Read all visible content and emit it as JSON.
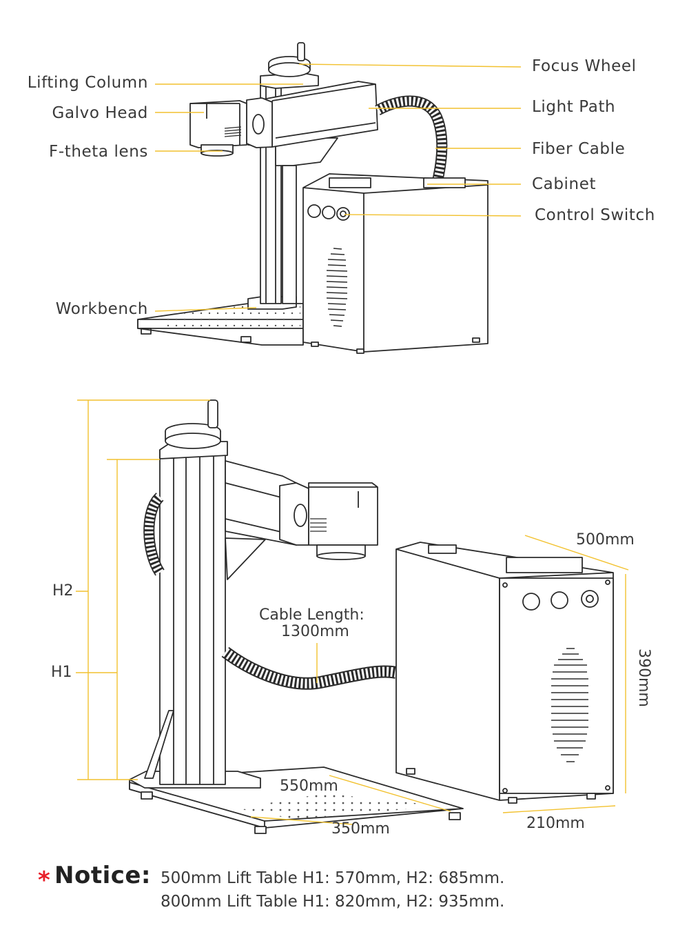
{
  "labels_left": [
    "Lifting Column",
    "Galvo Head",
    "F-theta lens",
    "Workbench"
  ],
  "labels_right": [
    "Focus Wheel",
    "Light Path",
    "Fiber Cable",
    "Cabinet",
    "Control Switch"
  ],
  "dimensions": {
    "cabinet_length": "500mm",
    "cabinet_height": "390mm",
    "cabinet_width": "210mm",
    "table_length": "550mm",
    "table_width": "350mm",
    "h1": "H1",
    "h2": "H2",
    "cable_label_line1": "Cable Length:",
    "cable_label_line2": "1300mm"
  },
  "notice": {
    "star": "*",
    "title": "Notice:",
    "lines": [
      "500mm Lift Table H1: 570mm, H2: 685mm.",
      "800mm Lift Table H1: 820mm, H2: 935mm."
    ]
  },
  "colors": {
    "leader_line": "#f2c12e",
    "drawing_line": "#2b2b2b",
    "notice_star": "#e8202a"
  }
}
